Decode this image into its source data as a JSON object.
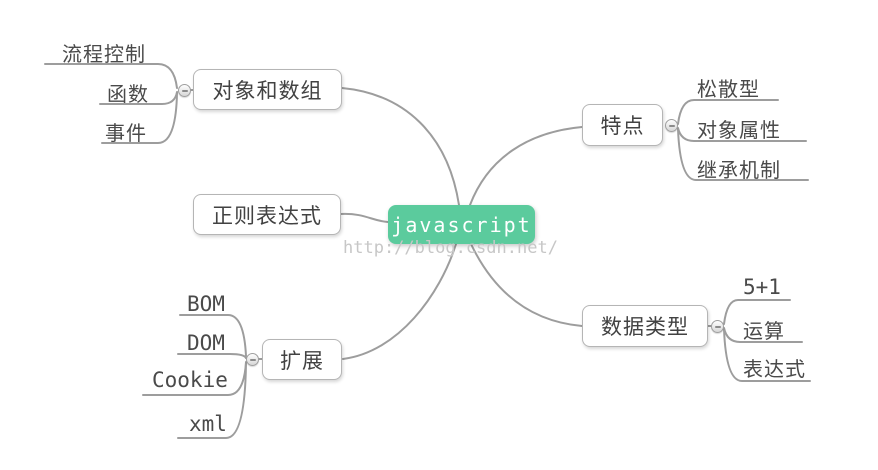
{
  "colors": {
    "root_bg": "#5bcb9d",
    "line": "#9d9d9d",
    "box_border": "#b5b5b5",
    "text": "#4a4a4a",
    "watermark": "#c7c7c7"
  },
  "root": {
    "label": "javascript"
  },
  "watermark": {
    "text": "http://blog.csdn.net/"
  },
  "branches": [
    {
      "label": "对象和数组",
      "children": [
        {
          "label": "流程控制"
        },
        {
          "label": "函数"
        },
        {
          "label": "事件"
        }
      ]
    },
    {
      "label": "正则表达式",
      "children": []
    },
    {
      "label": "特点",
      "children": [
        {
          "label": "松散型"
        },
        {
          "label": "对象属性"
        },
        {
          "label": "继承机制"
        }
      ]
    },
    {
      "label": "数据类型",
      "children": [
        {
          "label": "5+1"
        },
        {
          "label": "运算"
        },
        {
          "label": "表达式"
        }
      ]
    },
    {
      "label": "扩展",
      "children": [
        {
          "label": "BOM"
        },
        {
          "label": "DOM"
        },
        {
          "label": "Cookie"
        },
        {
          "label": "xml"
        }
      ]
    }
  ]
}
